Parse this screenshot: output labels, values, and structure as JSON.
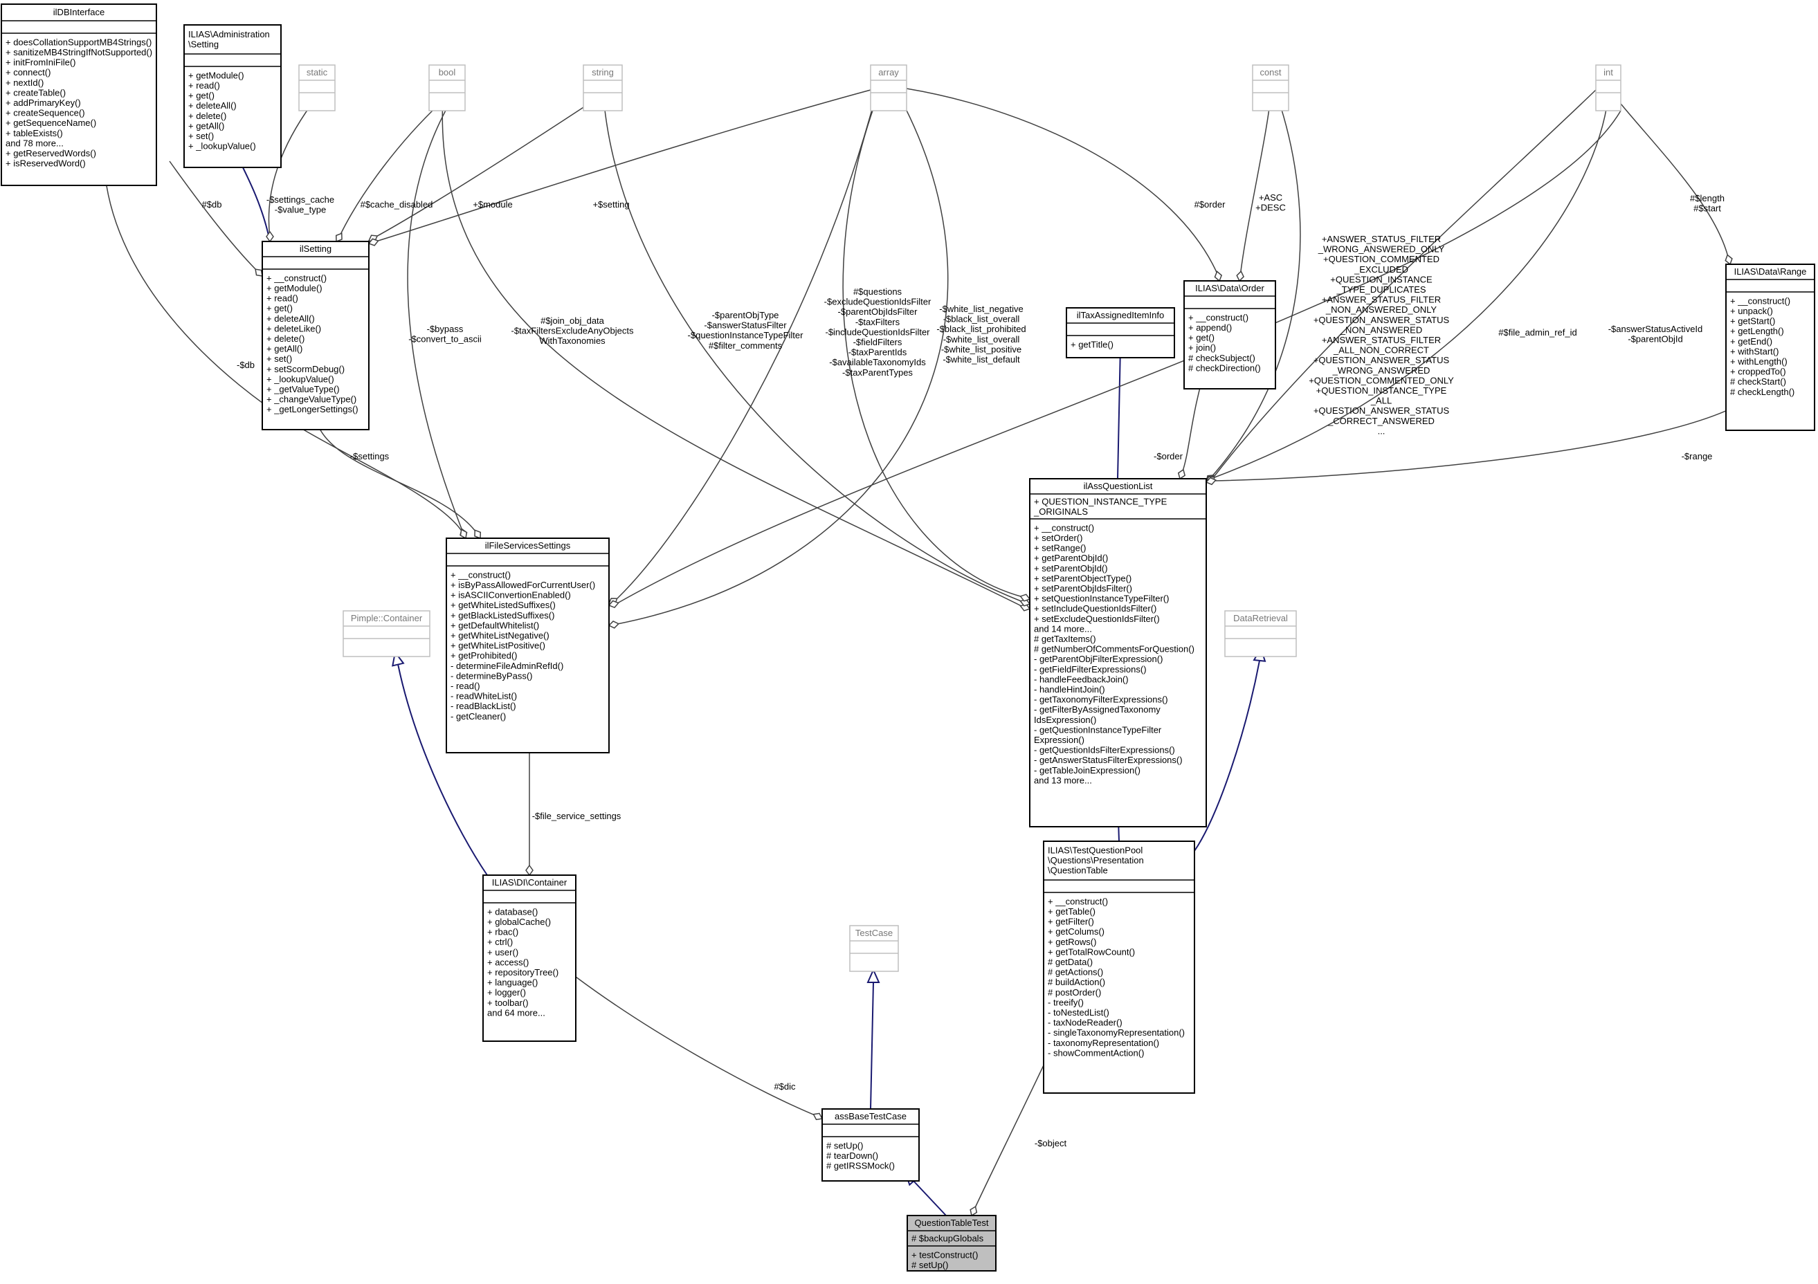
{
  "classes": [
    {
      "id": "ilDBInterface",
      "title": [
        "ilDBInterface"
      ],
      "attributes": [],
      "operations": [
        "+ doesCollationSupportMB4Strings()",
        "+ sanitizeMB4StringIfNotSupported()",
        "+ initFromIniFile()",
        "+ connect()",
        "+ nextId()",
        "+ createTable()",
        "+ addPrimaryKey()",
        "+ createSequence()",
        "+ getSequenceName()",
        "+ tableExists()",
        "and 78 more...",
        "+ getReservedWords()",
        "+ isReservedWord()"
      ]
    },
    {
      "id": "adminSetting",
      "title": [
        "ILIAS\\Administration",
        "\\Setting"
      ],
      "attributes": [],
      "operations": [
        "+ getModule()",
        "+ read()",
        "+ get()",
        "+ deleteAll()",
        "+ delete()",
        "+ getAll()",
        "+ set()",
        "+ _lookupValue()"
      ]
    },
    {
      "id": "static",
      "title": [
        "static"
      ],
      "attributes": [],
      "operations": [],
      "external": true
    },
    {
      "id": "bool",
      "title": [
        "bool"
      ],
      "attributes": [],
      "operations": [],
      "external": true
    },
    {
      "id": "string",
      "title": [
        "string"
      ],
      "attributes": [],
      "operations": [],
      "external": true
    },
    {
      "id": "array",
      "title": [
        "array"
      ],
      "attributes": [],
      "operations": [],
      "external": true
    },
    {
      "id": "const",
      "title": [
        "const"
      ],
      "attributes": [],
      "operations": [],
      "external": true
    },
    {
      "id": "int",
      "title": [
        "int"
      ],
      "attributes": [],
      "operations": [],
      "external": true
    },
    {
      "id": "ilSetting",
      "title": [
        "ilSetting"
      ],
      "attributes": [],
      "operations": [
        "+ __construct()",
        "+ getModule()",
        "+ read()",
        "+ get()",
        "+ deleteAll()",
        "+ deleteLike()",
        "+ delete()",
        "+ getAll()",
        "+ set()",
        "+ setScormDebug()",
        "+ _lookupValue()",
        "+ _getValueType()",
        "+ _changeValueType()",
        "+ _getLongerSettings()"
      ]
    },
    {
      "id": "ilTaxAssignedItemInfo",
      "title": [
        "ilTaxAssignedItemInfo"
      ],
      "attributes": [],
      "operations": [
        "+ getTitle()"
      ]
    },
    {
      "id": "dataOrder",
      "title": [
        "ILIAS\\Data\\Order"
      ],
      "attributes": [],
      "operations": [
        "+ __construct()",
        "+ append()",
        "+ get()",
        "+ join()",
        "# checkSubject()",
        "# checkDirection()"
      ]
    },
    {
      "id": "dataRange",
      "title": [
        "ILIAS\\Data\\Range"
      ],
      "attributes": [],
      "operations": [
        "+ __construct()",
        "+ unpack()",
        "+ getStart()",
        "+ getLength()",
        "+ getEnd()",
        "+ withStart()",
        "+ withLength()",
        "+ croppedTo()",
        "# checkStart()",
        "# checkLength()"
      ]
    },
    {
      "id": "ilAssQuestionList",
      "title": [
        "ilAssQuestionList"
      ],
      "attributes": [
        "+ QUESTION_INSTANCE_TYPE",
        "_ORIGINALS"
      ],
      "operations": [
        "+ __construct()",
        "+ setOrder()",
        "+ setRange()",
        "+ getParentObjId()",
        "+ setParentObjId()",
        "+ setParentObjectType()",
        "+ setParentObjIdsFilter()",
        "+ setQuestionInstanceTypeFilter()",
        "+ setIncludeQuestionIdsFilter()",
        "+ setExcludeQuestionIdsFilter()",
        "and 14 more...",
        "# getTaxItems()",
        "# getNumberOfCommentsForQuestion()",
        "- getParentObjFilterExpression()",
        "- getFieldFilterExpressions()",
        "- handleFeedbackJoin()",
        "- handleHintJoin()",
        "- getTaxonomyFilterExpressions()",
        "- getFilterByAssignedTaxonomy",
        "IdsExpression()",
        "- getQuestionInstanceTypeFilter",
        "Expression()",
        "- getQuestionIdsFilterExpressions()",
        "- getAnswerStatusFilterExpressions()",
        "- getTableJoinExpression()",
        "and 13 more..."
      ]
    },
    {
      "id": "ilFileServicesSettings",
      "title": [
        "ilFileServicesSettings"
      ],
      "attributes": [],
      "operations": [
        "+ __construct()",
        "+ isByPassAllowedForCurrentUser()",
        "+ isASCIIConvertionEnabled()",
        "+ getWhiteListedSuffixes()",
        "+ getBlackListedSuffixes()",
        "+ getDefaultWhitelist()",
        "+ getWhiteListNegative()",
        "+ getWhiteListPositive()",
        "+ getProhibited()",
        "- determineFileAdminRefId()",
        "- determineByPass()",
        "- read()",
        "- readWhiteList()",
        "- readBlackList()",
        "- getCleaner()"
      ]
    },
    {
      "id": "pimple",
      "title": [
        "Pimple::Container"
      ],
      "attributes": [],
      "operations": [],
      "external": true
    },
    {
      "id": "dataRetrieval",
      "title": [
        "DataRetrieval"
      ],
      "attributes": [],
      "operations": [],
      "external": true
    },
    {
      "id": "questionTable",
      "title": [
        "ILIAS\\TestQuestionPool",
        "\\Questions\\Presentation",
        "\\QuestionTable"
      ],
      "attributes": [],
      "operations": [
        "+ __construct()",
        "+ getTable()",
        "+ getFilter()",
        "+ getColums()",
        "+ getRows()",
        "+ getTotalRowCount()",
        "# getData()",
        "# getActions()",
        "# buildAction()",
        "# postOrder()",
        "- treeify()",
        "- toNestedList()",
        "- taxNodeReader()",
        "- singleTaxonomyRepresentation()",
        "- taxonomyRepresentation()",
        "- showCommentAction()"
      ]
    },
    {
      "id": "diContainer",
      "title": [
        "ILIAS\\DI\\Container"
      ],
      "attributes": [],
      "operations": [
        "+ database()",
        "+ globalCache()",
        "+ rbac()",
        "+ ctrl()",
        "+ user()",
        "+ access()",
        "+ repositoryTree()",
        "+ language()",
        "+ logger()",
        "+ toolbar()",
        "and 64 more..."
      ]
    },
    {
      "id": "testCase",
      "title": [
        "TestCase"
      ],
      "attributes": [],
      "operations": [],
      "external": true
    },
    {
      "id": "assBaseTestCase",
      "title": [
        "assBaseTestCase"
      ],
      "attributes": [],
      "operations": [
        "# setUp()",
        "# tearDown()",
        "# getIRSSMock()"
      ]
    },
    {
      "id": "questionTableTest",
      "title": [
        "QuestionTableTest"
      ],
      "attributes": [
        "# $backupGlobals"
      ],
      "operations": [
        "+ testConstruct()",
        "# setUp()"
      ],
      "focus": true
    }
  ],
  "edge_labels": [
    {
      "id": "db1",
      "lines": [
        "#$db"
      ]
    },
    {
      "id": "settingsCache",
      "lines": [
        "-$settings_cache",
        "-$value_type"
      ]
    },
    {
      "id": "cacheDisabled",
      "lines": [
        "#$cache_disabled"
      ]
    },
    {
      "id": "module",
      "lines": [
        "+$module"
      ]
    },
    {
      "id": "setting",
      "lines": [
        "+$setting"
      ]
    },
    {
      "id": "orderArr",
      "lines": [
        "#$order"
      ]
    },
    {
      "id": "ascDesc",
      "lines": [
        "+ASC",
        "+DESC"
      ]
    },
    {
      "id": "constList",
      "lines": [
        "+ANSWER_STATUS_FILTER",
        "_WRONG_ANSWERED_ONLY",
        "+QUESTION_COMMENTED",
        "_EXCLUDED",
        "+QUESTION_INSTANCE",
        "_TYPE_DUPLICATES",
        "+ANSWER_STATUS_FILTER",
        "_NON_ANSWERED_ONLY",
        "+QUESTION_ANSWER_STATUS",
        "_NON_ANSWERED",
        "+ANSWER_STATUS_FILTER",
        "_ALL_NON_CORRECT",
        "+QUESTION_ANSWER_STATUS",
        "_WRONG_ANSWERED",
        "+QUESTION_COMMENTED_ONLY",
        "+QUESTION_INSTANCE_TYPE",
        "_ALL",
        "+QUESTION_ANSWER_STATUS",
        "_CORRECT_ANSWERED",
        "..."
      ]
    },
    {
      "id": "fileAdminRef",
      "lines": [
        "#$file_admin_ref_id"
      ]
    },
    {
      "id": "answerStatusActive",
      "lines": [
        "-$answerStatusActiveId",
        "-$parentObjId"
      ]
    },
    {
      "id": "lengthStart",
      "lines": [
        "#$length",
        "#$start"
      ]
    },
    {
      "id": "db2",
      "lines": [
        "-$db"
      ]
    },
    {
      "id": "bypass",
      "lines": [
        "-$bypass",
        "-$convert_to_ascii"
      ]
    },
    {
      "id": "joinObj",
      "lines": [
        "#$join_obj_data",
        "-$taxFiltersExcludeAnyObjects",
        "WithTaxonomies"
      ]
    },
    {
      "id": "parentObjType",
      "lines": [
        "-$parentObjType",
        "-$answerStatusFilter",
        "-$questionInstanceTypeFilter",
        "#$filter_comments"
      ]
    },
    {
      "id": "questions",
      "lines": [
        "#$questions",
        "-$excludeQuestionIdsFilter",
        "-$parentObjIdsFilter",
        "-$taxFilters",
        "-$includeQuestionIdsFilter",
        "-$fieldFilters",
        "-$taxParentIds",
        "-$availableTaxonomyIds",
        "-$taxParentTypes"
      ]
    },
    {
      "id": "whiteList",
      "lines": [
        "-$white_list_negative",
        "-$black_list_overall",
        "-$black_list_prohibited",
        "-$white_list_overall",
        "-$white_list_positive",
        "-$white_list_default"
      ]
    },
    {
      "id": "settings",
      "lines": [
        "-$settings"
      ]
    },
    {
      "id": "orderRel",
      "lines": [
        "-$order"
      ]
    },
    {
      "id": "range",
      "lines": [
        "-$range"
      ]
    },
    {
      "id": "fileServiceSettings",
      "lines": [
        "-$file_service_settings"
      ]
    },
    {
      "id": "dic",
      "lines": [
        "#$dic"
      ]
    },
    {
      "id": "object",
      "lines": [
        "-$object"
      ]
    }
  ]
}
